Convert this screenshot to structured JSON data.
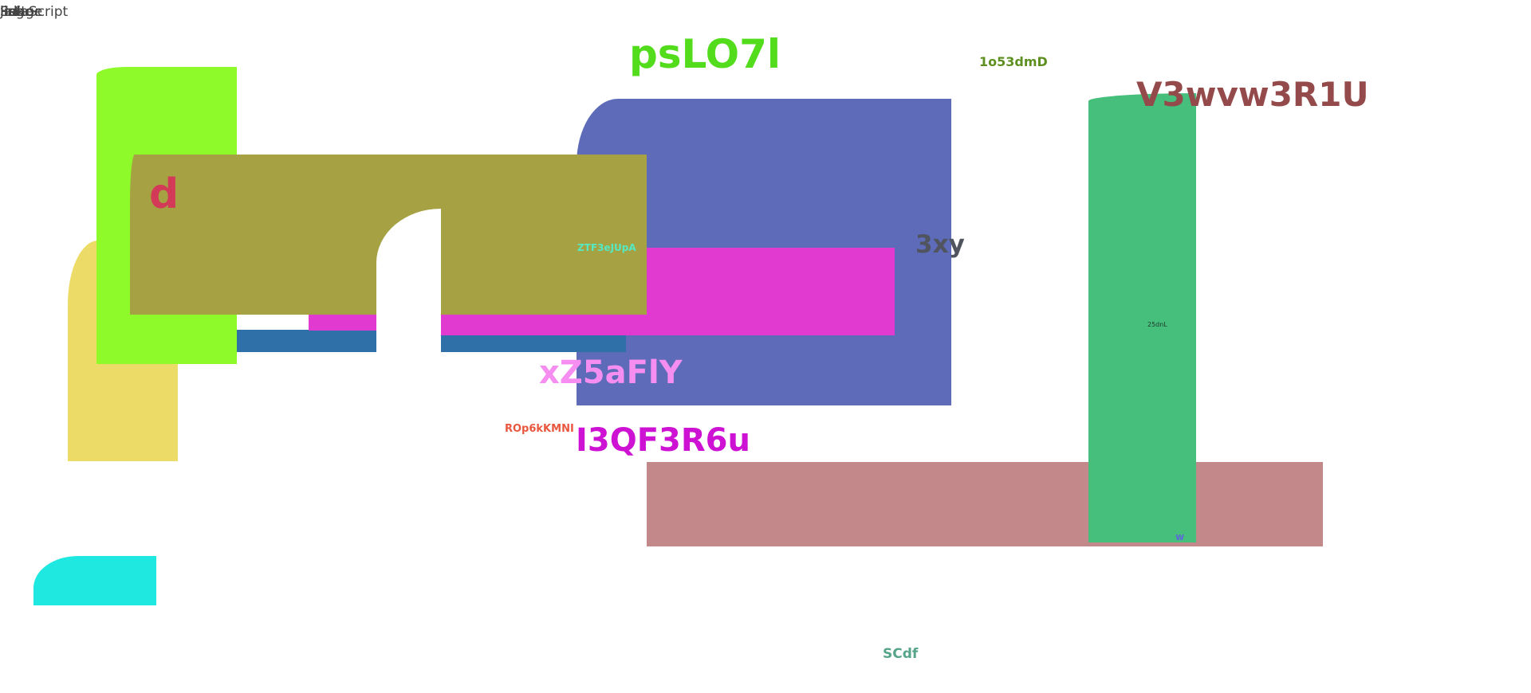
{
  "corner_words": [
    "JavaScript",
    "Image",
    "Page",
    "list",
    "Editor",
    "Set",
    "link"
  ],
  "labels": {
    "pslo7l": "psLO7l",
    "one53dmd": "1o53dmD",
    "v3wvw": "V3wvw3R1U",
    "d": "d",
    "ztf": "ZTF3eJUpA",
    "three_xy": "3xy",
    "twenty5dnl": "25dnL",
    "xz5afly": "xZ5aFlY",
    "rop6k": "ROp6kKMNI",
    "i3qf": "I3QF3R6u",
    "w": "w",
    "scdf": "SCdf"
  },
  "colors": {
    "yellow": "#ecdb66",
    "lime": "#8efa2a",
    "periwinkle": "#5d6bb8",
    "steel_blue": "#2f70a8",
    "magenta": "#e13ad0",
    "olive": "#a6a244",
    "rose": "#c3888a",
    "green": "#46be7c",
    "cyan": "#1fe8e0"
  }
}
